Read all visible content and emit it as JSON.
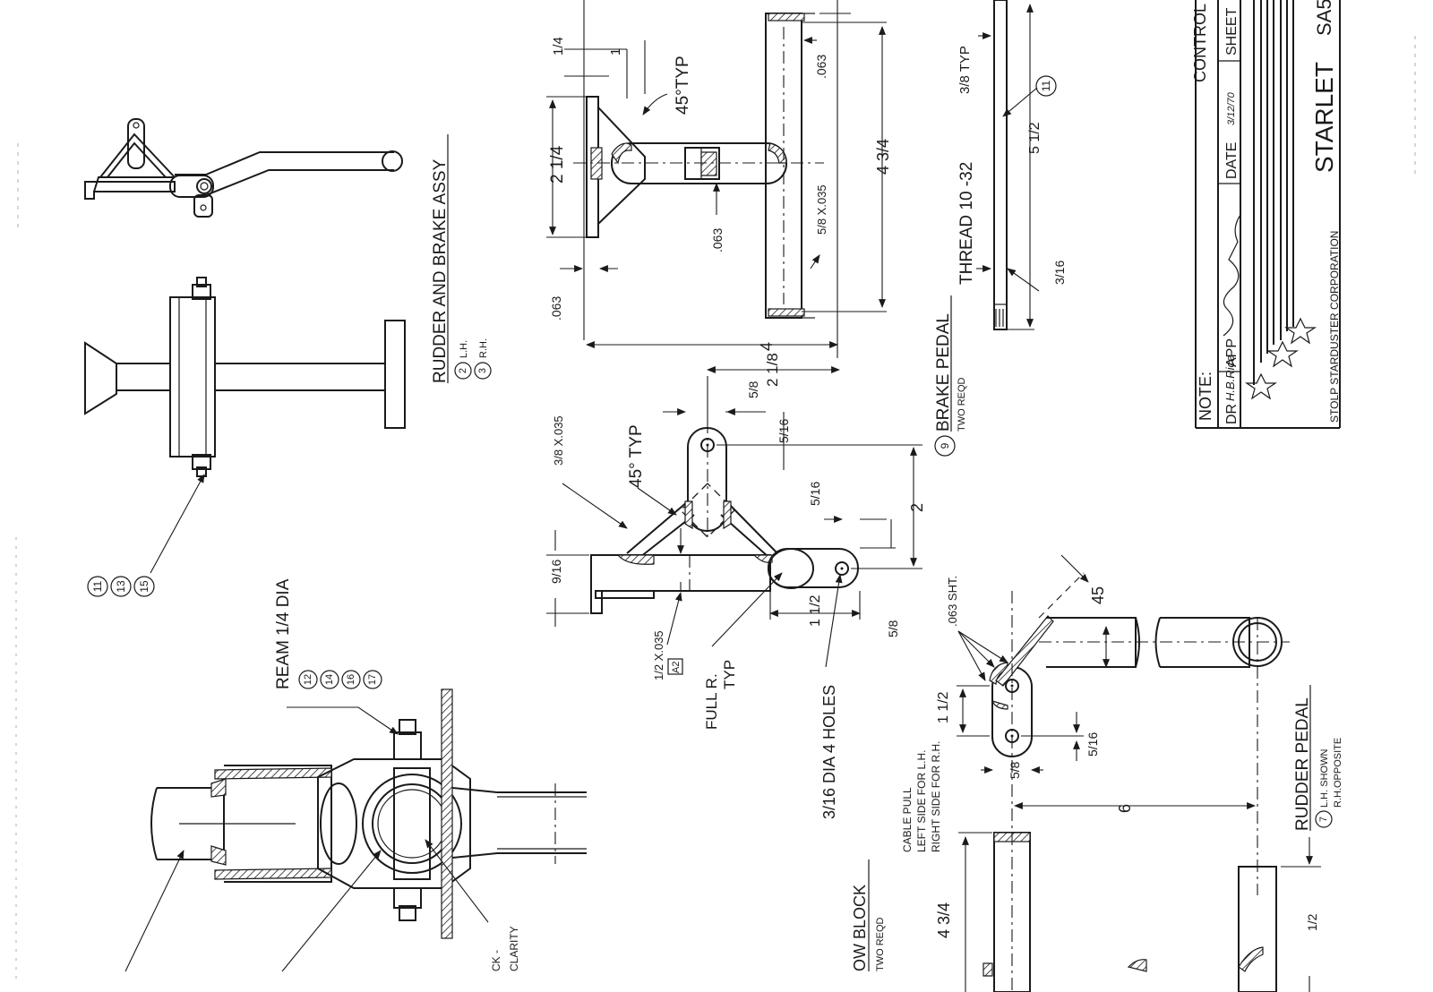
{
  "views": {
    "rudder_brake_assy": {
      "title": "RUDDER AND BRAKE ASSY",
      "part_refs": [
        "2",
        "3"
      ],
      "side_refs": [
        "L.H.",
        "R.H."
      ],
      "callout_refs": [
        "11",
        "13",
        "15"
      ]
    },
    "ream": {
      "label": "REAM",
      "size": "1/4 DIA",
      "part_refs": [
        "12",
        "14",
        "16",
        "17"
      ]
    },
    "cutaway_note": {
      "line1": "CK -",
      "line2": "CLARITY"
    },
    "pillow_block": {
      "title": "OW BLOCK",
      "quantity": "TWO REQD"
    },
    "brake_pedal": {
      "part_ref": "9",
      "title": "BRAKE PEDAL",
      "quantity": "TWO REQD",
      "thread": "THREAD 10 -32",
      "thread_typ": "3/8 TYP",
      "callout_ref": "11"
    },
    "rudder_pedal": {
      "title": "RUDDER PEDAL",
      "part_ref": "7",
      "shown": "L.H. SHOWN",
      "opposite": "R.H.OPPOSITE",
      "cable_pull": [
        "CABLE PULL",
        "LEFT SIDE FOR L.H.",
        "RIGHT SIDE FOR R.H."
      ],
      "sheet_note": ".063 SHT."
    }
  },
  "dimensions": {
    "d_1_4": "1/4",
    "d_1": "1",
    "d_45_typ_top": "45°TYP",
    "d_2_1_4": "2 1/4",
    "d_063_top": ".063",
    "d_063_mid": ".063",
    "d_063_left": ".063",
    "d_5_8_035": "5/8 X.035",
    "d_4_3_4": "4 3/4",
    "d_4": "4",
    "d_2_1_8": "2 1/8",
    "d_5_8_a": "5/8",
    "d_5_16_a": "5/16",
    "d_3_8_035": "3/8 X.035",
    "d_45_typ_mid": "45° TYP",
    "d_5_16_b": "5/16",
    "d_2": "2",
    "d_9_16": "9/16",
    "d_1_2_035": "1/2 X.035",
    "d_a2": "A2",
    "d_full_r": "FULL R.",
    "d_typ": "TYP",
    "d_1_1_2_a": "1 1/2",
    "d_5_8_b": "5/8",
    "d_3_16_holes": "3/16 DIA 4 HOLES",
    "d_5_1_2": "5 1/2",
    "d_3_16": "3/16",
    "d_45": "45",
    "d_1_1_2_b": "1 1/2",
    "d_5_16_c": "5/16",
    "d_5_8_c": "5/8",
    "d_6": "6",
    "d_4_3_4_b": "4 3/4",
    "d_1_2": "1/2"
  },
  "title_block": {
    "control": "CONTROL",
    "note": "NOTE:",
    "dr": "DR",
    "dr_sig": "H.B.Rice",
    "app": "APP",
    "date": "DATE",
    "date_value": "3/12/70",
    "sheet": "SHEET",
    "company": "STOLP STARDUSTER CORPORATION",
    "model": "STARLET",
    "drawing_no": "SA5"
  }
}
